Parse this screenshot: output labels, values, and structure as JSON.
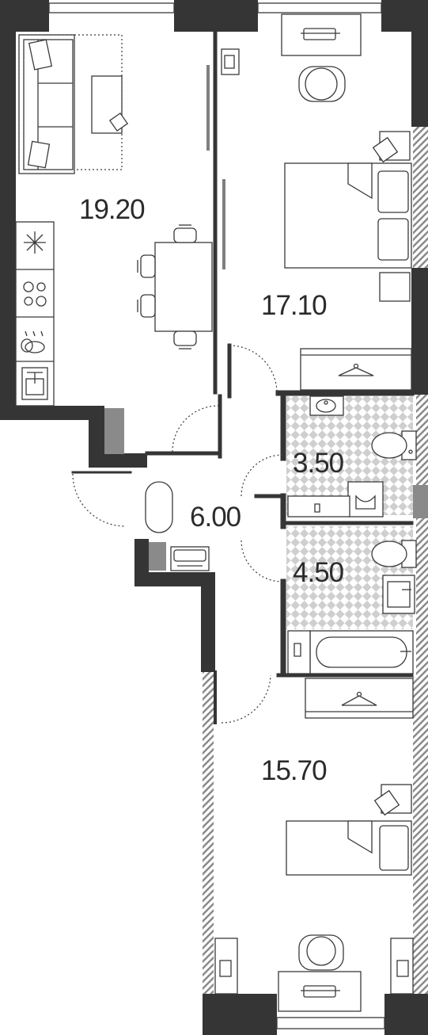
{
  "colors": {
    "wall": "#353535",
    "furniture_stroke": "#3a3a3a",
    "tile_check": "#cfcfcf",
    "window_hatch": "#8a8a8a",
    "background": "#ffffff"
  },
  "rooms": [
    {
      "id": "kitchen-living",
      "area": "19.20",
      "icons": [
        "sofa-icon",
        "coffee-table-icon",
        "dining-table-icon",
        "fridge-icon",
        "stove-icon",
        "dishwasher-icon",
        "sink-icon"
      ]
    },
    {
      "id": "bedroom-1",
      "area": "17.10",
      "icons": [
        "double-bed-icon",
        "desk-icon",
        "wardrobe-icon"
      ]
    },
    {
      "id": "bathroom-1",
      "area": "3.50",
      "icons": [
        "toilet-icon",
        "washbasin-icon",
        "washing-machine-icon"
      ]
    },
    {
      "id": "hallway",
      "area": "6.00",
      "icons": [
        "mirror-icon",
        "shoe-rack-icon"
      ]
    },
    {
      "id": "bathroom-2",
      "area": "4.50",
      "icons": [
        "toilet-icon",
        "washbasin-icon",
        "bathtub-icon"
      ]
    },
    {
      "id": "bedroom-2",
      "area": "15.70",
      "icons": [
        "single-bed-icon",
        "desk-icon",
        "wardrobe-icon"
      ]
    }
  ]
}
